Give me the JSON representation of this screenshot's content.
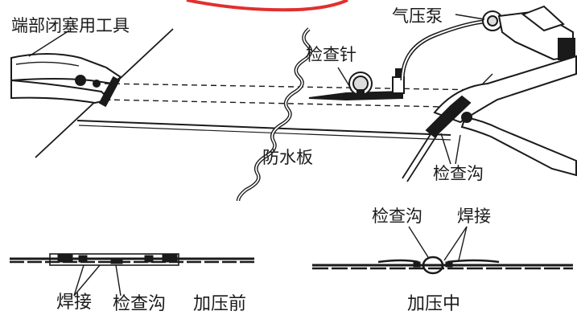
{
  "labels": {
    "plug_tool": "端部闭塞用工具",
    "air_pump": "气压泵",
    "check_needle": "检查针",
    "waterproof_board": "防水板",
    "check_groove_top": "检查沟",
    "bottom_left": {
      "weld": "焊接",
      "groove": "检查沟",
      "state": "加压前"
    },
    "bottom_right": {
      "groove": "检查沟",
      "weld": "焊接",
      "state": "加压中"
    }
  },
  "colors": {
    "ink": "#1a1a1a",
    "red_accent": "#e0302e",
    "paper": "#ffffff"
  }
}
